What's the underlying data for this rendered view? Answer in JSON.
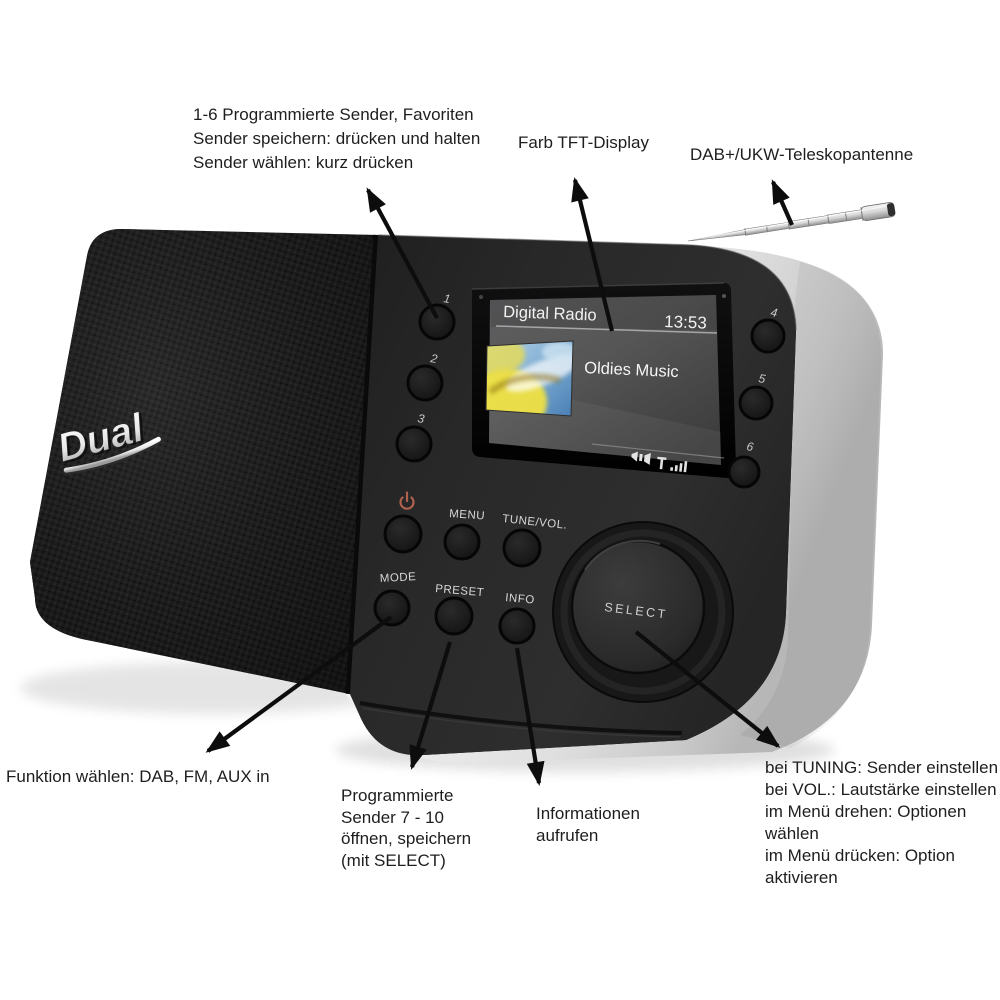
{
  "annotations": {
    "top_left": "1-6 Programmierte Sender, Favoriten\nSender speichern: drücken und halten\nSender wählen: kurz drücken",
    "display": "Farb TFT-Display",
    "antenna": "DAB+/UKW-Teleskopantenne",
    "mode": "Funktion wählen: DAB, FM, AUX in",
    "preset_7_10": "Programmierte\nSender 7 - 10\nöffnen, speichern\n(mit SELECT)",
    "info": "Informationen\naufrufen",
    "select_knob": "bei TUNING: Sender einstellen\nbei VOL.: Lautstärke einstellen\nim Menü drehen: Optionen\nwählen\nim Menü drücken: Option\naktivieren"
  },
  "radio": {
    "brand_logo": "Dual",
    "preset_buttons": [
      "1",
      "2",
      "3",
      "4",
      "5",
      "6"
    ],
    "control_buttons": {
      "menu": "MENU",
      "tune_vol": "TUNE/VOL.",
      "mode": "MODE",
      "preset": "PRESET",
      "info": "INFO",
      "select": "SELECT"
    },
    "screen": {
      "source": "Digital Radio",
      "time": "13:53",
      "station": "Oldies Music"
    },
    "icons": {
      "power": "power-icon",
      "speaker": "speaker-icon",
      "signal": "signal-strength-icon"
    }
  },
  "colors": {
    "annotation_text": "#1e1e1e",
    "arrow": "#0d0d0d",
    "grille": "#1c1c1c",
    "panel": "#272727",
    "cabinet": "#ececec",
    "screen": "#4e4e4e",
    "screen_text": "#f2f2f2",
    "power_icon": "#b0624e"
  }
}
